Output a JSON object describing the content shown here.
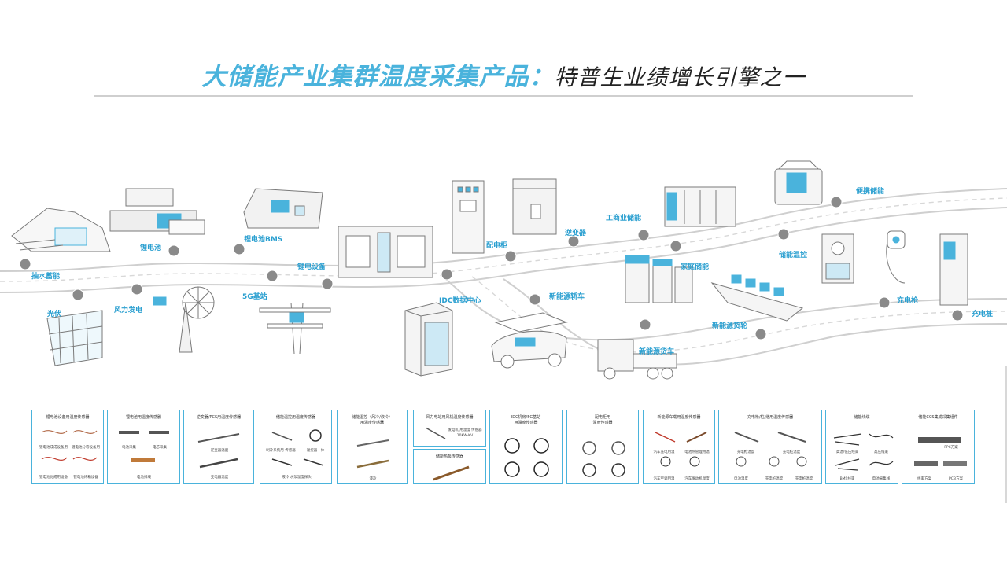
{
  "title": {
    "highlight": "大储能产业集群温度采集产品：",
    "rest": "特普生业绩增长引擎之一"
  },
  "colors": {
    "accent": "#4ab3dc",
    "road": "#d0d0d0",
    "pin": "#8a8a8a"
  },
  "labels": {
    "pumped_storage": "抽水蓄能",
    "pv": "光伏",
    "wind": "风力发电",
    "li_battery": "锂电池",
    "li_bms": "锂电池BMS",
    "base_5g": "5G基站",
    "li_equipment": "锂电设备",
    "distribution": "配电柜",
    "idc": "IDC数据中心",
    "inverter": "逆变器",
    "nev_car": "新能源轿车",
    "ci_storage": "工商业储能",
    "home_storage": "家庭储能",
    "storage_temp": "储能温控",
    "nev_ship": "新能源货轮",
    "nev_truck": "新能源货车",
    "portable": "便携储能",
    "charger_gun": "充电枪",
    "charger_pile": "充电桩"
  },
  "panels": [
    {
      "title": "锂电池设备用温度传感器",
      "captions": [
        "锂电池成成设备用",
        "锂电池分容设备用",
        "锂电池化成用设备",
        "锂电池烤箱设备"
      ]
    },
    {
      "title": "锂电池用温度传感器",
      "captions": [
        "电池采集",
        "电芯采集",
        "电池排线"
      ]
    },
    {
      "title": "逆变器/PCS用温度传感器",
      "captions": [
        "逆变器温度",
        "变电器温度"
      ]
    },
    {
      "title": "储能温控用温度传感器",
      "captions": [
        "制冷系统用 传感器",
        "温控器一体",
        "液冷 水泵温度探头"
      ]
    },
    {
      "title": "储能温控（风冷/液冷）\n用温度传感器",
      "captions": [
        "液冷"
      ]
    },
    {
      "title": "风力电站用风机温度传感器",
      "captions": [
        "发电机 用温度 传感器",
        "10KW·KV"
      ]
    },
    {
      "title": "储能热泵传感器",
      "captions": []
    },
    {
      "title": "IDC机房/5G基站\n用温度传感器",
      "captions": []
    },
    {
      "title": "配电柜用\n温度传感器",
      "captions": []
    },
    {
      "title": "新能源车载用温度传感器",
      "captions": [
        "汽车充电用温",
        "电池热管理用温",
        "汽车空调用温",
        "汽车发动机温度"
      ]
    },
    {
      "title": "充电枪/桩/继用温度传感器",
      "captions": [
        "充电枪温度",
        "充电桩温度",
        "电池温度",
        "充电桩温度",
        "充电桩温度"
      ]
    },
    {
      "title": "储能线缆",
      "captions": [
        "高温/低压线束",
        "高压线束",
        "BMS线束",
        "电池采集线"
      ]
    },
    {
      "title": "储能CCS集成采集组件",
      "captions": [
        "FPC方案",
        "线束方案",
        "PCB方案"
      ]
    }
  ]
}
